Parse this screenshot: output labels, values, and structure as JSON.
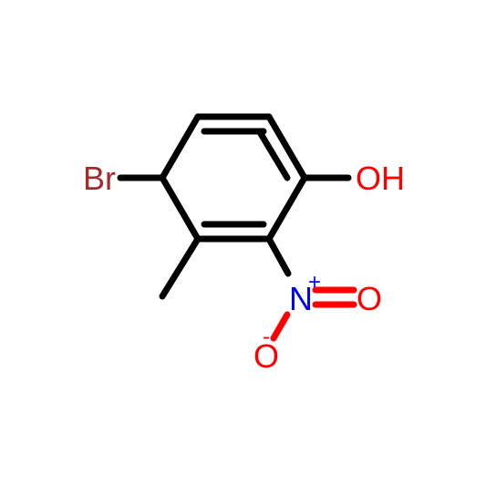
{
  "molecule": {
    "atoms": {
      "br": "Br",
      "oh": "OH",
      "n": "N",
      "n_charge": "+",
      "o_double": "O",
      "o_minus": "O",
      "o_charge": "-"
    },
    "colors": {
      "bond": "#000000",
      "bromine": "#a52a2a",
      "oxygen": "#ff0000",
      "nitrogen": "#0000ff"
    }
  }
}
